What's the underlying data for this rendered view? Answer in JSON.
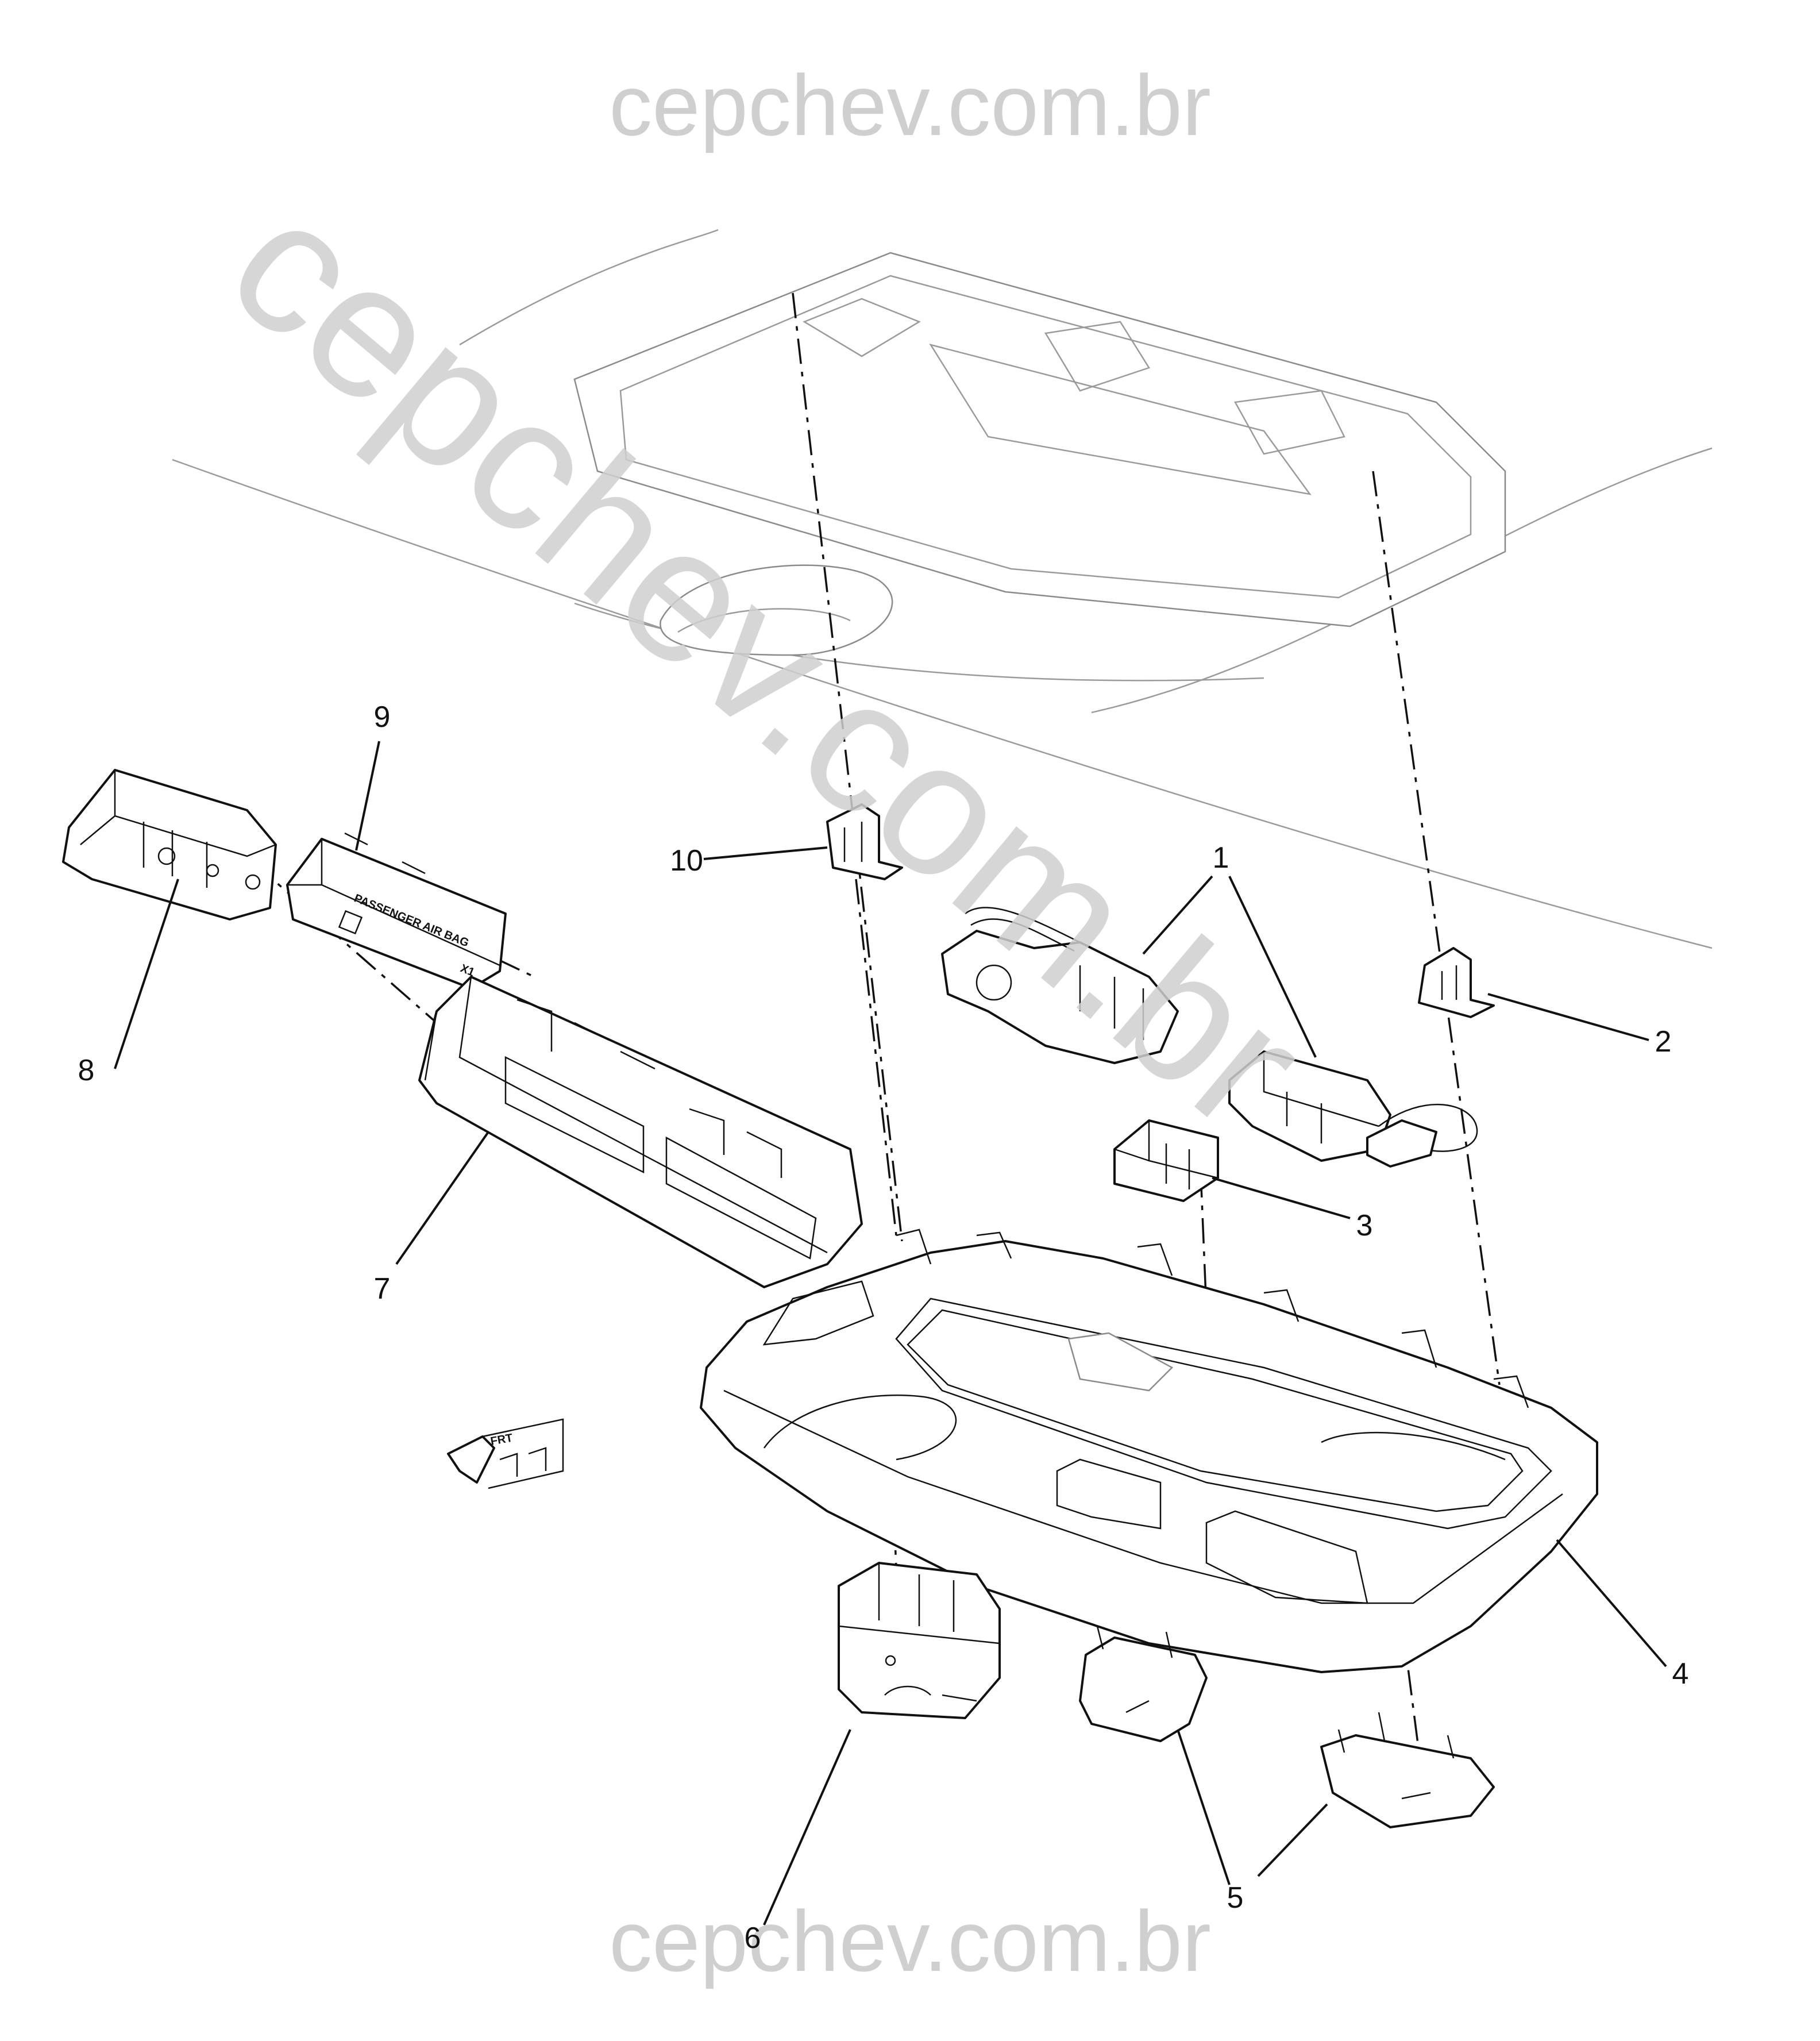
{
  "watermark": {
    "top": "cepchev.com.br",
    "bottom": "cepchev.com.br",
    "diagonal": "cepchev.com.br",
    "color": "#cfcfcf"
  },
  "callouts": {
    "c1": "1",
    "c2": "2",
    "c3": "3",
    "c4": "4",
    "c5": "5",
    "c6": "6",
    "c7": "7",
    "c8": "8",
    "c9": "9",
    "c10": "10"
  },
  "part_labels": {
    "airbag_indicator": "PASSENGER AIR BAG",
    "airbag_code": "X1"
  },
  "direction_indicator": {
    "text": "FRT"
  }
}
